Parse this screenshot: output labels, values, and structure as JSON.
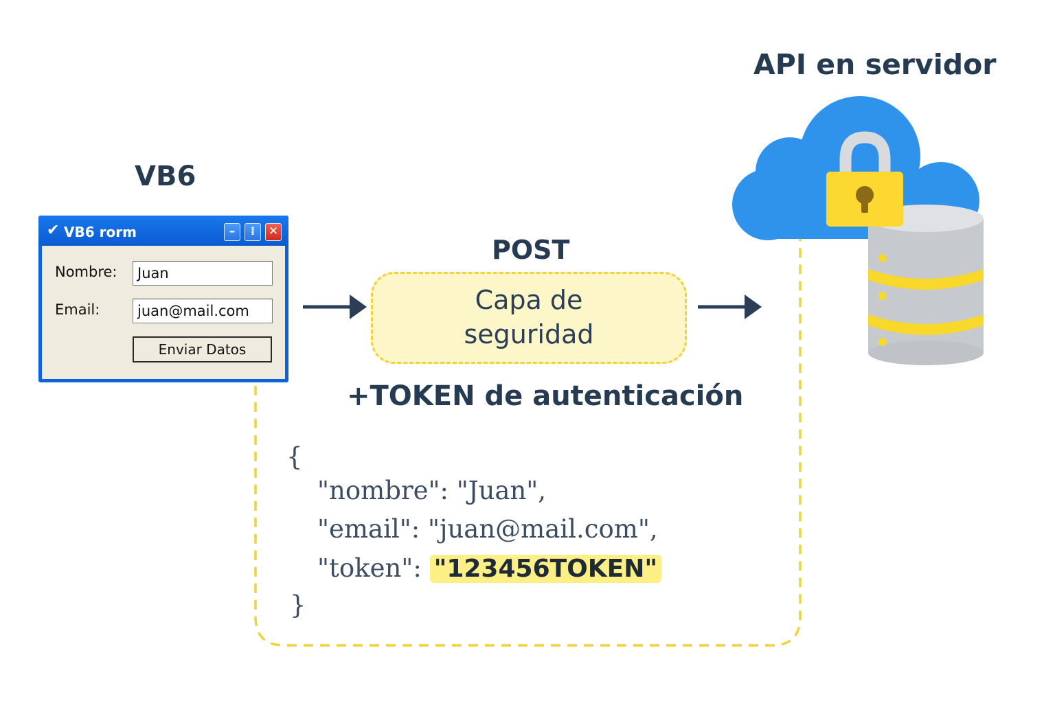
{
  "vb6": {
    "heading": "VB6",
    "window": {
      "title": "VB6 rorm",
      "buttons": {
        "minimize": "–",
        "maximize": "⁞",
        "close": "✕"
      },
      "labels": {
        "nombre": "Nombre:",
        "email": "Email:"
      },
      "inputs": {
        "nombre": "Juan",
        "email": "juan@mail.com"
      },
      "submit_label": "Enviar Datos"
    }
  },
  "flow": {
    "method": "POST",
    "security_layer": {
      "line1": "Capa de",
      "line2": "seguridad"
    },
    "token_label": "+TOKEN de autenticación"
  },
  "server": {
    "heading": "API en servidor",
    "icons": [
      "cloud-icon",
      "padlock-icon",
      "database-icon"
    ]
  },
  "payload": {
    "open": "{",
    "line1": "\"nombre\": \"Juan\",",
    "line2": "\"email\": \"juan@mail.com\",",
    "line3_key": "\"token\": ",
    "line3_value": "\"123456TOKEN\"",
    "close": "}"
  },
  "colors": {
    "heading": "#263a52",
    "arrow": "#2b3e55",
    "dashed": "#f2d23a",
    "security_fill": "#fdf6c9",
    "token_highlight": "#fbef86",
    "window_blue": "#0d63d8",
    "cloud_blue": "#2f93ec",
    "lock_yellow": "#fcd830",
    "db_gray": "#c9ccd1",
    "db_band": "#f8d92b"
  }
}
